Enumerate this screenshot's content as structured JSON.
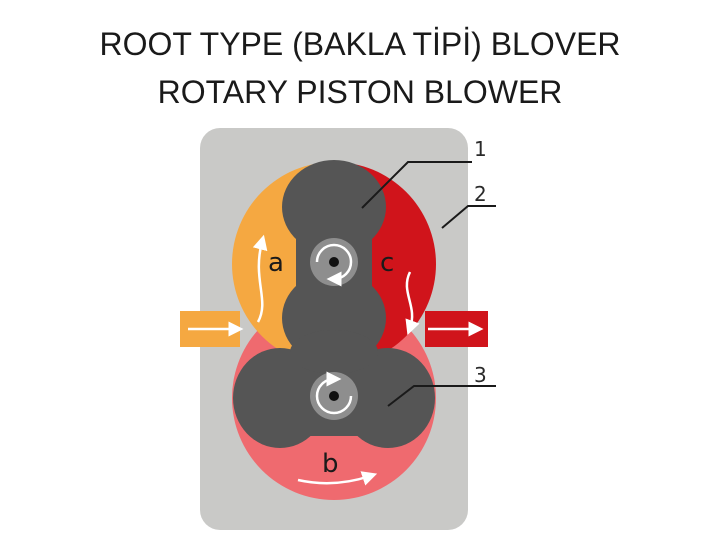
{
  "title": {
    "line1": "ROOT TYPE (BAKLA TİPİ) BLOVER",
    "line2": "ROTARY PISTON BLOWER"
  },
  "diagram": {
    "chamber_labels": {
      "inlet": "a",
      "bottom": "b",
      "outlet": "c"
    },
    "callouts": [
      "1",
      "2",
      "3"
    ],
    "colors": {
      "housing": "#c9c9c7",
      "inlet_air": "#f5a841",
      "outlet_air": "#d0141b",
      "bottom_air": "#ef6a6f",
      "rotor": "#555555",
      "hub": "#8e8e8e"
    }
  }
}
